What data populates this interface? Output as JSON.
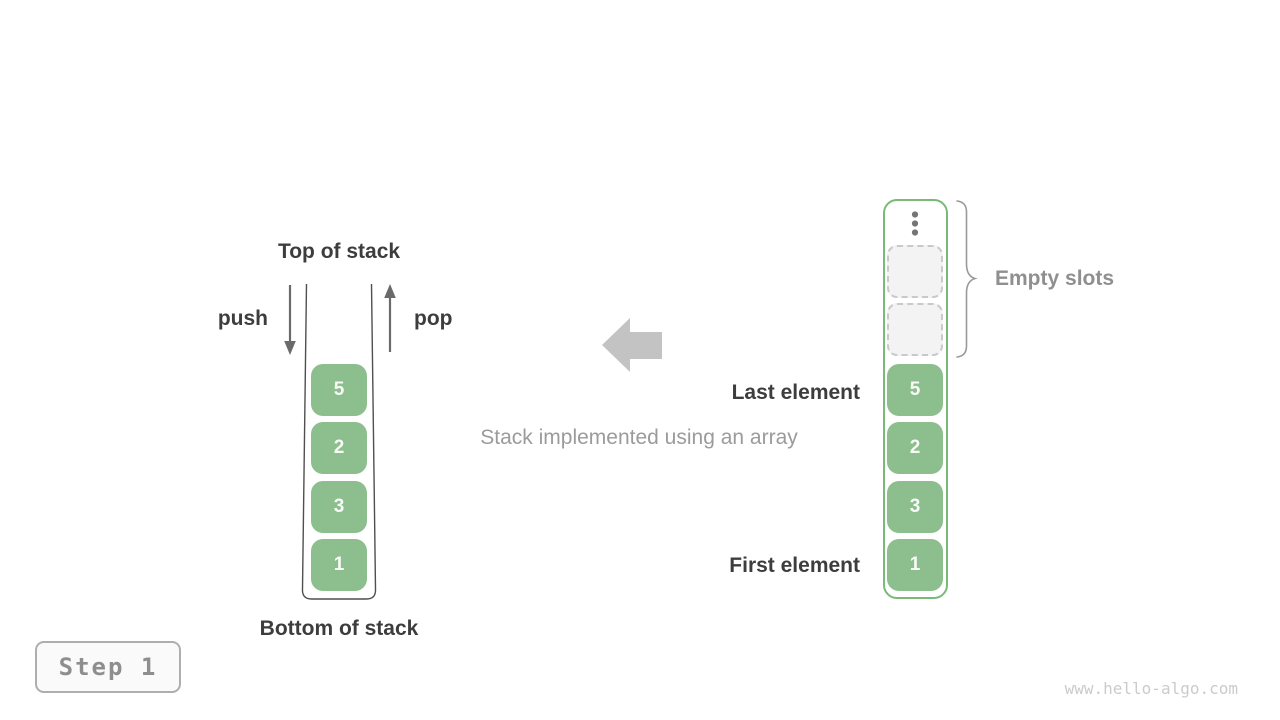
{
  "colors": {
    "box_green": "#8dbe8d",
    "frame_green": "#79ba79",
    "label_dark": "#3d3d3d",
    "label_gray": "#8f8f8f",
    "block_arrow_gray": "#c3c3c3",
    "empty_slot_fill": "#f3f3f3"
  },
  "left_stack": {
    "top_label": "Top of stack",
    "push_label": "push",
    "pop_label": "pop",
    "values": [
      "5",
      "2",
      "3",
      "1"
    ],
    "bottom_label": "Bottom of stack"
  },
  "center": {
    "caption": "Stack implemented using an array"
  },
  "right_array": {
    "values": [
      "5",
      "2",
      "3",
      "1"
    ],
    "empty_slots_label": "Empty slots",
    "last_element_label": "Last element",
    "first_element_label": "First element"
  },
  "footer": {
    "step_label": "Step 1",
    "watermark": "www.hello-algo.com"
  }
}
